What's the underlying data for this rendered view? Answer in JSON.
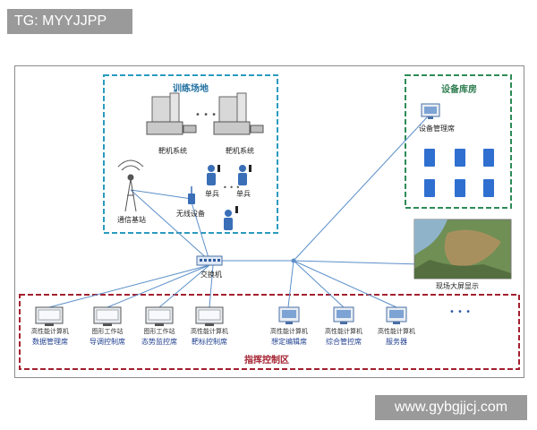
{
  "watermark_top": "TG: MYYJJPP",
  "watermark_bottom": "www.gybgjjcj.com",
  "training_area": {
    "title": "训练场地",
    "target_system_left": "靶机系统",
    "target_system_right": "靶机系统",
    "ellipsis": "• • •",
    "soldier_left": "单兵",
    "soldier_right": "单兵",
    "soldier_dots": "• • •",
    "base_station": "通信基站",
    "wireless_device": "无线设备"
  },
  "equipment_room": {
    "title": "设备库房",
    "manager_seat": "设备管理席"
  },
  "switch_label": "交换机",
  "big_screen": "现场大屏显示",
  "command_area": {
    "title": "指挥控制区",
    "more": "• • •",
    "stations": [
      {
        "type": "高性能计算机",
        "role": "数据管理席"
      },
      {
        "type": "图形工作站",
        "role": "导调控制席"
      },
      {
        "type": "图形工作站",
        "role": "态势监控席"
      },
      {
        "type": "高性能计算机",
        "role": "靶标控制席"
      },
      {
        "type": "高性能计算机",
        "role": "想定编辑席"
      },
      {
        "type": "高性能计算机",
        "role": "综合管控席"
      },
      {
        "type": "高性能计算机",
        "role": "服务器"
      }
    ]
  },
  "colors": {
    "training_border": "#2a9bbf",
    "storage_border": "#2e8b57",
    "command_border": "#a3202f",
    "link_line": "#5b8fc9",
    "role_text": "#1f3f8f"
  }
}
